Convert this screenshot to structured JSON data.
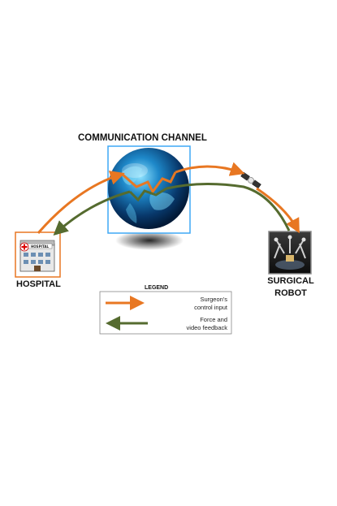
{
  "title": "COMMUNICATION CHANNEL",
  "nodes": {
    "hospital": {
      "label": "HOSPITAL",
      "sign_text": "HOSPITAL"
    },
    "robot": {
      "label_line1": "SURGICAL",
      "label_line2": "ROBOT"
    }
  },
  "legend": {
    "title": "LEGEND",
    "items": [
      {
        "line1": "Surgeon's",
        "line2": "control input",
        "color": "#E87722"
      },
      {
        "line1": "Force and",
        "line2": "video feedback",
        "color": "#556B2F"
      }
    ]
  },
  "colors": {
    "control": "#E87722",
    "feedback": "#556B2F",
    "hospital_frame": "#E87722",
    "globe_frame": "#3FA9F5"
  },
  "icons": [
    "hospital-icon",
    "globe-icon",
    "satellite-icon",
    "surgical-robot-icon"
  ]
}
